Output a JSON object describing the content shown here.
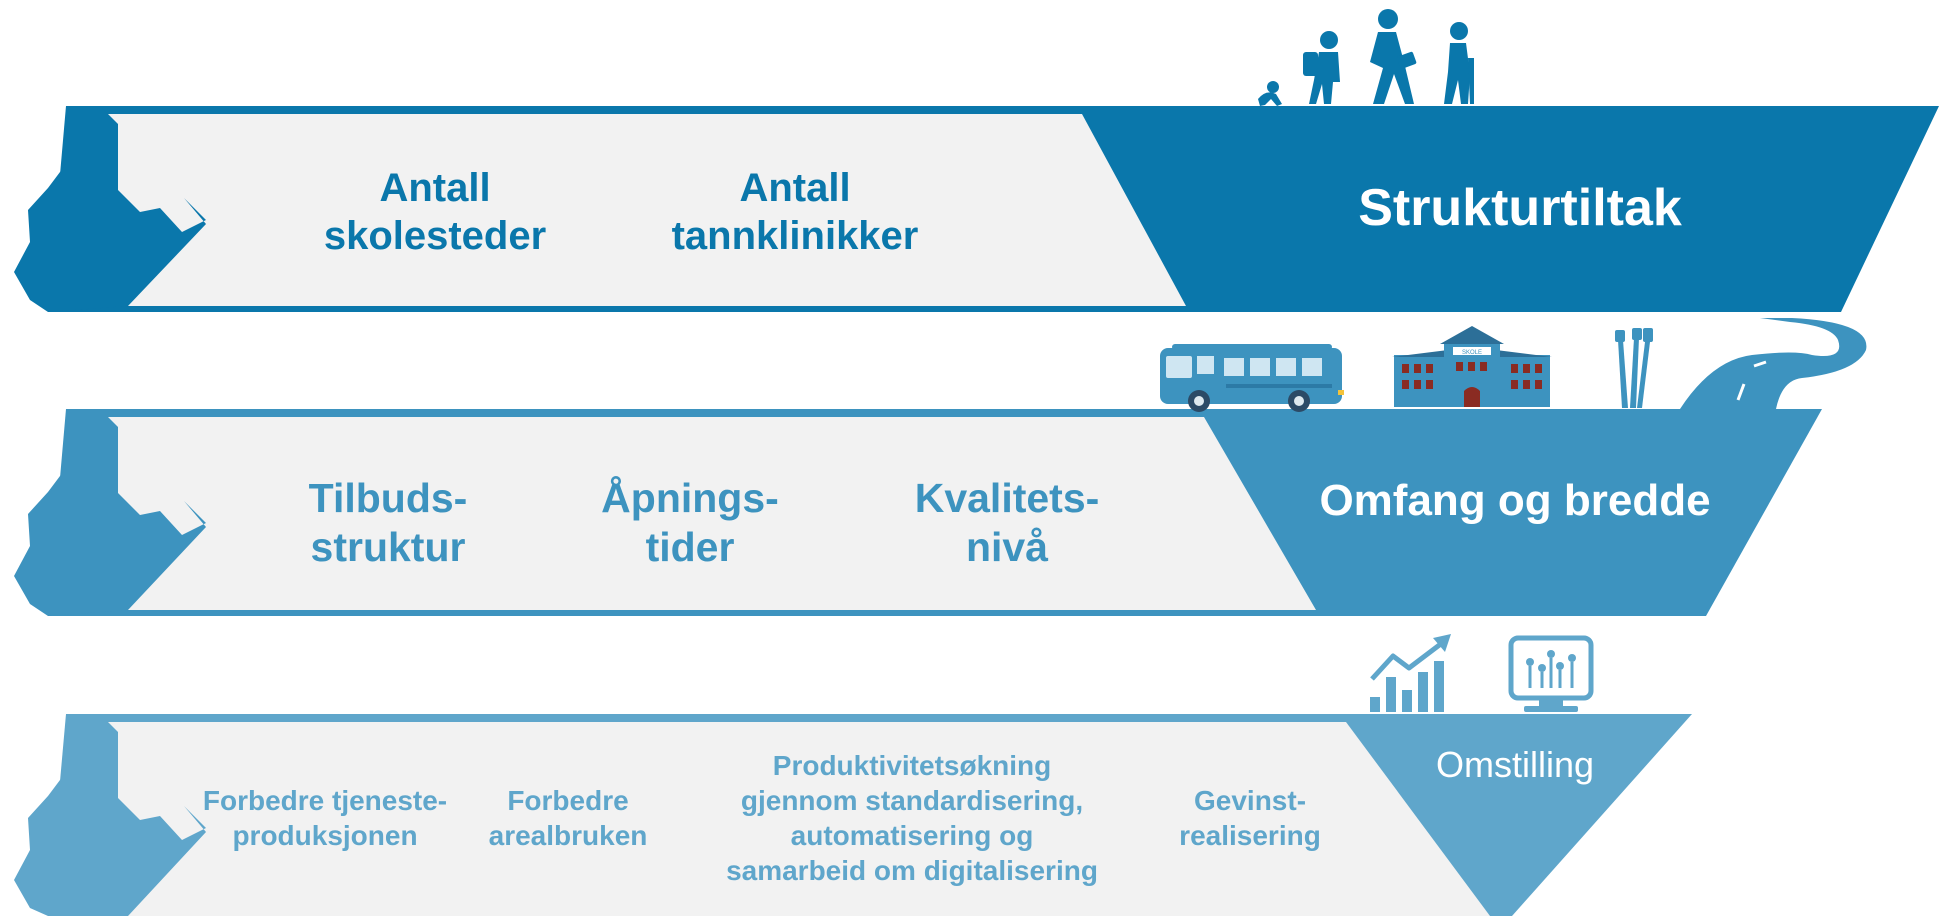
{
  "colors": {
    "tier1": "#0a77ab",
    "tier2": "#3d93bf",
    "tier3": "#5fa6cb",
    "band_fill": "#f2f2f2",
    "heading_text": "#ffffff"
  },
  "tiers": [
    {
      "heading": "Strukturtiltak",
      "items": [
        {
          "lines": [
            "Antall",
            "skolesteder"
          ]
        },
        {
          "lines": [
            "Antall",
            "tannklinikker"
          ]
        }
      ],
      "icons": [
        "crawling-baby-icon",
        "child-with-backpack-icon",
        "adult-with-briefcase-icon",
        "elderly-person-with-cane-icon"
      ]
    },
    {
      "heading": "Omfang og bredde",
      "items": [
        {
          "lines": [
            "Tilbuds-",
            "struktur"
          ]
        },
        {
          "lines": [
            "Åpnings-",
            "tider"
          ]
        },
        {
          "lines": [
            "Kvalitets-",
            "nivå"
          ]
        }
      ],
      "icons": [
        "bus-icon",
        "school-building-icon",
        "toothbrush-icon",
        "road-icon"
      ],
      "school_sign": "SKOLE"
    },
    {
      "heading": "Omstilling",
      "items": [
        {
          "lines": [
            "Forbedre tjeneste-",
            "produksjonen"
          ]
        },
        {
          "lines": [
            "Forbedre",
            "arealbruken"
          ]
        },
        {
          "lines": [
            "Produktivitetsøkning",
            "gjennom standardisering,",
            "automatisering og",
            "samarbeid om digitalisering"
          ]
        },
        {
          "lines": [
            "Gevinst-",
            "realisering"
          ]
        }
      ],
      "icons": [
        "rising-bar-chart-icon",
        "circuit-monitor-icon"
      ]
    }
  ]
}
